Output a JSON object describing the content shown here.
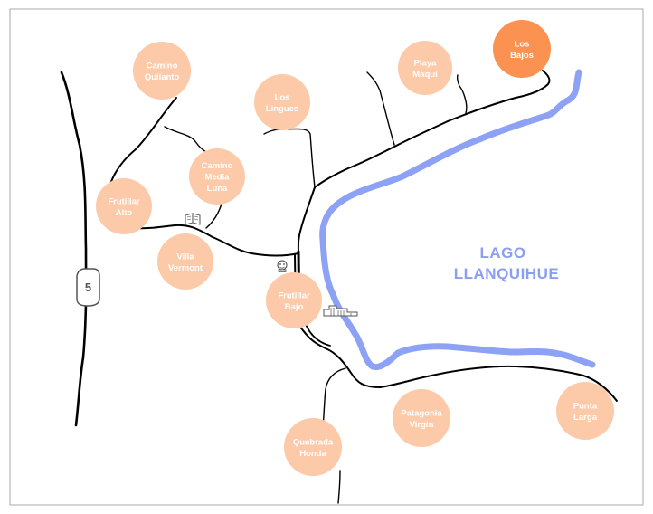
{
  "lake": {
    "name_line1": "LAGO",
    "name_line2": "LLANQUIHUE"
  },
  "route": {
    "number": "5"
  },
  "colors": {
    "place_fill": "#fccaa9",
    "highlight_fill": "#fb9252",
    "shore": "#8ea2f5",
    "road": "#000000",
    "border": "#aaaaaa"
  },
  "places": [
    {
      "id": "camino-quilanto",
      "lines": [
        "Camino",
        "Quilanto"
      ],
      "highlighted": false
    },
    {
      "id": "los-lingues",
      "lines": [
        "Los",
        "Lingues"
      ],
      "highlighted": false
    },
    {
      "id": "playa-maqui",
      "lines": [
        "Playa",
        "Maqui"
      ],
      "highlighted": false
    },
    {
      "id": "los-bajos",
      "lines": [
        "Los",
        "Bajos"
      ],
      "highlighted": true
    },
    {
      "id": "camino-media-luna",
      "lines": [
        "Camino",
        "Media",
        "Luna"
      ],
      "highlighted": false
    },
    {
      "id": "frutillar-alto",
      "lines": [
        "Frutillar",
        "Alto"
      ],
      "highlighted": false
    },
    {
      "id": "villa-vermont",
      "lines": [
        "Villa",
        "Vermont"
      ],
      "highlighted": false
    },
    {
      "id": "frutillar-bajo",
      "lines": [
        "Frutillar",
        "Bajo"
      ],
      "highlighted": false
    },
    {
      "id": "patagonia-virgin",
      "lines": [
        "Patagonia",
        "Virgin"
      ],
      "highlighted": false
    },
    {
      "id": "punta-larga",
      "lines": [
        "Punta",
        "Larga"
      ],
      "highlighted": false
    },
    {
      "id": "quebrada-honda",
      "lines": [
        "Quebrada",
        "Honda"
      ],
      "highlighted": false
    }
  ],
  "icons": [
    "library-icon",
    "museum-icon",
    "theater-icon"
  ]
}
